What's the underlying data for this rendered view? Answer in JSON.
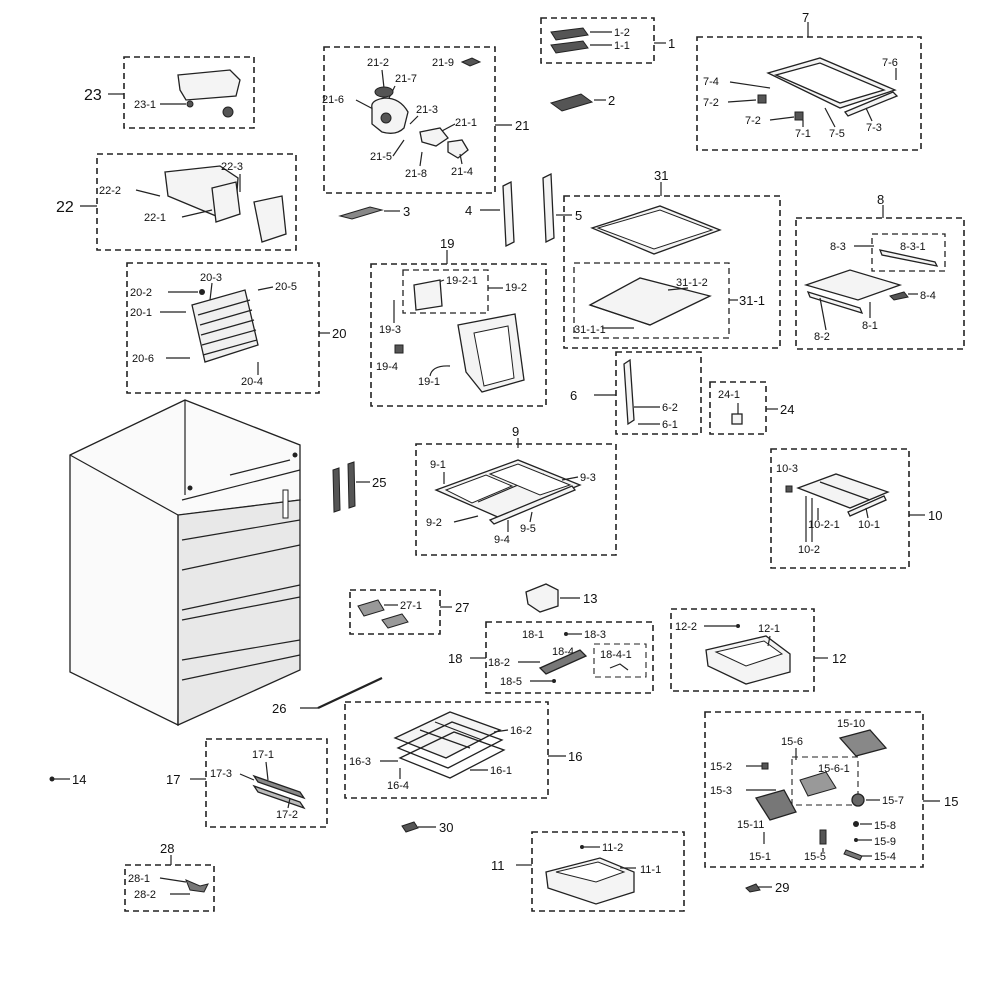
{
  "diagram": {
    "groups": [
      {
        "id": "1",
        "label": "1",
        "subs": [
          "1-2",
          "1-1"
        ]
      },
      {
        "id": "2",
        "label": "2"
      },
      {
        "id": "3",
        "label": "3"
      },
      {
        "id": "4",
        "label": "4"
      },
      {
        "id": "5",
        "label": "5"
      },
      {
        "id": "6",
        "label": "6",
        "subs": [
          "6-2",
          "6-1"
        ]
      },
      {
        "id": "7",
        "label": "7",
        "subs": [
          "7-6",
          "7-4",
          "7-2",
          "7-2",
          "7-1",
          "7-5",
          "7-3"
        ]
      },
      {
        "id": "8",
        "label": "8",
        "subs": [
          "8-3",
          "8-3-1",
          "8-4",
          "8-1",
          "8-2"
        ]
      },
      {
        "id": "9",
        "label": "9",
        "subs": [
          "9-1",
          "9-3",
          "9-2",
          "9-5",
          "9-4"
        ]
      },
      {
        "id": "10",
        "label": "10",
        "subs": [
          "10-3",
          "10-2-1",
          "10-1",
          "10-2"
        ]
      },
      {
        "id": "11",
        "label": "11",
        "subs": [
          "11-2",
          "11-1"
        ]
      },
      {
        "id": "12",
        "label": "12",
        "subs": [
          "12-2",
          "12-1"
        ]
      },
      {
        "id": "13",
        "label": "13"
      },
      {
        "id": "14",
        "label": "14"
      },
      {
        "id": "15",
        "label": "15",
        "subs": [
          "15-10",
          "15-6",
          "15-2",
          "15-6-1",
          "15-3",
          "15-7",
          "15-11",
          "15-8",
          "15-9",
          "15-1",
          "15-5",
          "15-4"
        ]
      },
      {
        "id": "16",
        "label": "16",
        "subs": [
          "16-2",
          "16-3",
          "16-1",
          "16-4"
        ]
      },
      {
        "id": "17",
        "label": "17",
        "subs": [
          "17-1",
          "17-3",
          "17-2"
        ]
      },
      {
        "id": "18",
        "label": "18",
        "subs": [
          "18-1",
          "18-3",
          "18-4",
          "18-2",
          "18-4-1",
          "18-5"
        ]
      },
      {
        "id": "19",
        "label": "19",
        "subs": [
          "19-2-1",
          "19-2",
          "19-3",
          "19-4",
          "19-1"
        ]
      },
      {
        "id": "20",
        "label": "20",
        "subs": [
          "20-3",
          "20-2",
          "20-5",
          "20-1",
          "20-6",
          "20-4"
        ]
      },
      {
        "id": "21",
        "label": "21",
        "subs": [
          "21-2",
          "21-9",
          "21-7",
          "21-6",
          "21-3",
          "21-1",
          "21-5",
          "21-8",
          "21-4"
        ]
      },
      {
        "id": "22",
        "label": "22",
        "subs": [
          "22-3",
          "22-2",
          "22-1"
        ]
      },
      {
        "id": "23",
        "label": "23",
        "subs": [
          "23-1"
        ]
      },
      {
        "id": "24",
        "label": "24",
        "subs": [
          "24-1"
        ]
      },
      {
        "id": "25",
        "label": "25"
      },
      {
        "id": "26",
        "label": "26"
      },
      {
        "id": "27",
        "label": "27",
        "subs": [
          "27-1"
        ]
      },
      {
        "id": "28",
        "label": "28",
        "subs": [
          "28-1",
          "28-2"
        ]
      },
      {
        "id": "29",
        "label": "29"
      },
      {
        "id": "30",
        "label": "30"
      },
      {
        "id": "31",
        "label": "31",
        "subs": [
          "31-1-2",
          "31-1",
          "31-1-1"
        ]
      }
    ]
  }
}
